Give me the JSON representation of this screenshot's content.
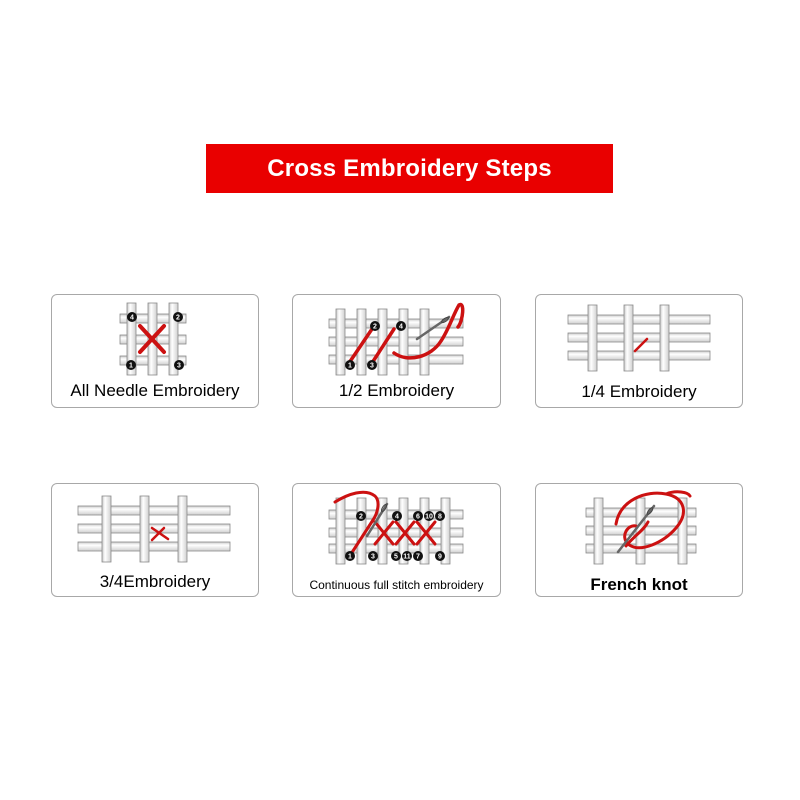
{
  "title": "Cross Embroidery Steps",
  "colors": {
    "banner": "#e90000",
    "thread": "#cc1111",
    "text": "#000000",
    "border": "#a8a8a8"
  },
  "cards": [
    {
      "label": "All Needle Embroidery",
      "numbers": [
        "4",
        "2",
        "1",
        "3"
      ]
    },
    {
      "label": "1/2 Embroidery",
      "numbers": [
        "2",
        "4",
        "1",
        "3"
      ]
    },
    {
      "label": "1/4 Embroidery"
    },
    {
      "label": "3/4Embroidery"
    },
    {
      "label": "Continuous full stitch embroidery",
      "numbers": [
        "2",
        "4",
        "6",
        "10",
        "8",
        "1",
        "3",
        "5",
        "11",
        "7",
        "9"
      ]
    },
    {
      "label": "French knot"
    }
  ]
}
